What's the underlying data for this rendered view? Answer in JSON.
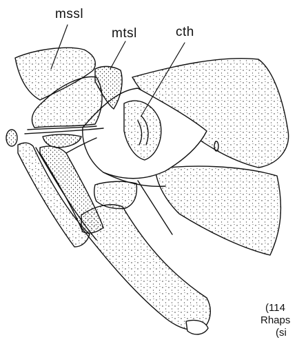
{
  "labels": {
    "mssl": "mssl",
    "mtsl": "mtsl",
    "cth": "cth"
  },
  "caption": {
    "number": "(114",
    "genus": "Rhaps",
    "scale": "(si"
  },
  "colors": {
    "ink": "#111111",
    "fill": "#ffffff",
    "stipple": "#222222"
  }
}
